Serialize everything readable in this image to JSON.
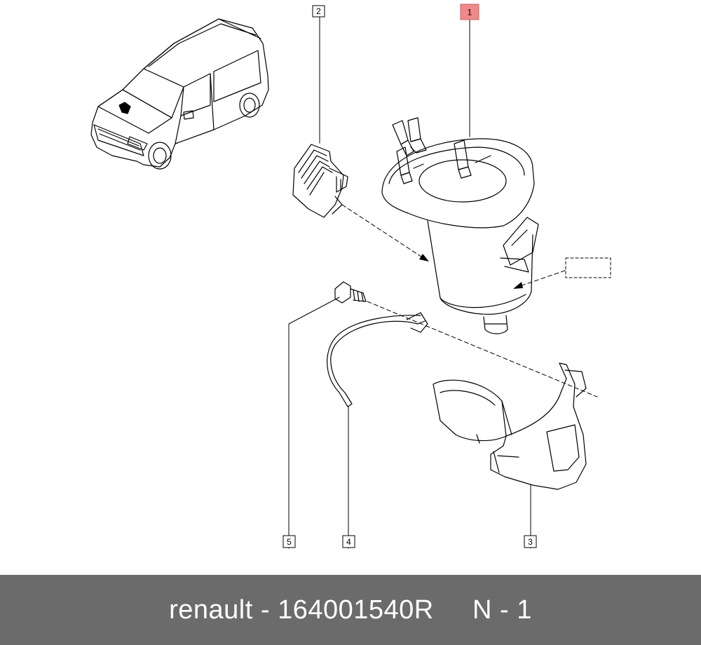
{
  "callouts": {
    "part1": "1",
    "part2": "2",
    "part3": "3",
    "part4": "4",
    "part5": "5"
  },
  "footer": {
    "brand": "renault",
    "separator1": " - ",
    "part_number": "164001540R",
    "gap": "     ",
    "ref": "N - 1"
  },
  "colors": {
    "highlight": "#f08a8a",
    "footer_bg": "#6b6b6b",
    "footer_text": "#ffffff",
    "line": "#000000"
  },
  "icons": {
    "vehicle": "van-locator-icon"
  }
}
